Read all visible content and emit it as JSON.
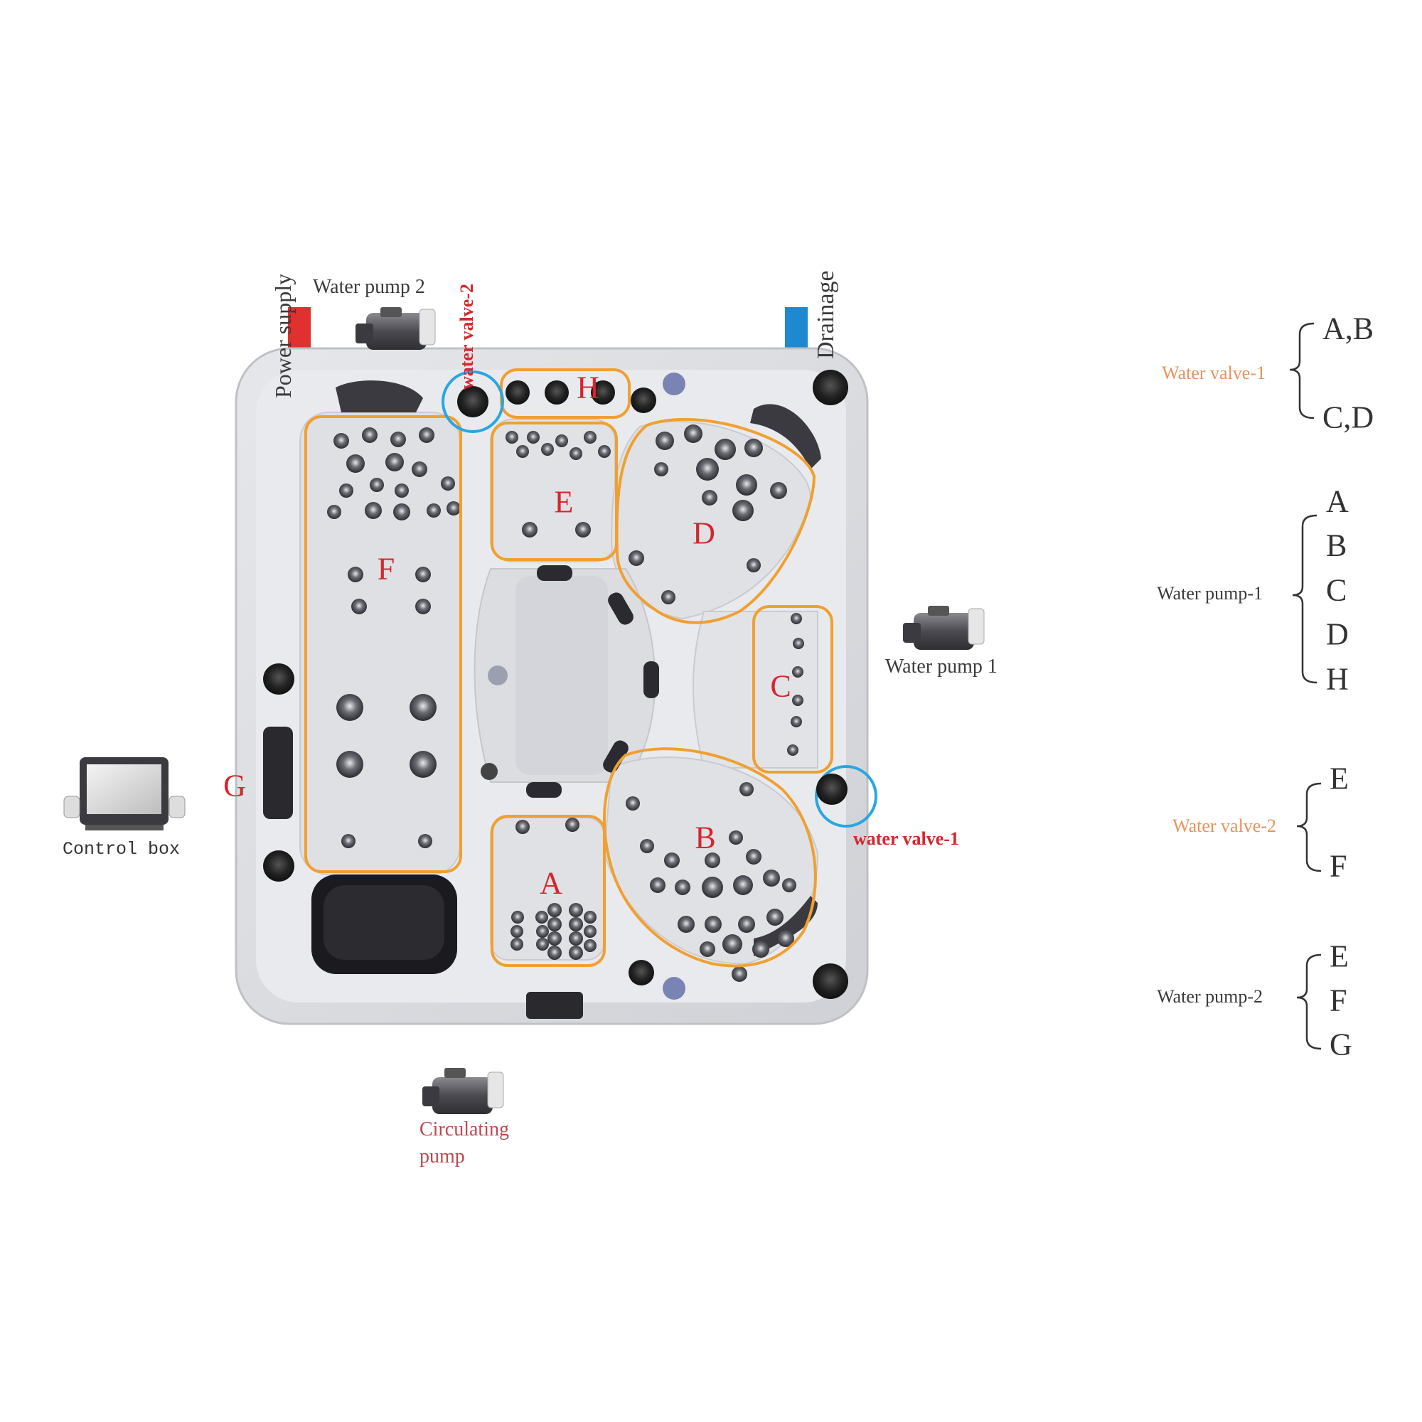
{
  "labels": {
    "power_supply": "Power supply",
    "water_pump_2": "Water pump 2",
    "water_valve_2_tag": "water valve-2",
    "drainage": "Drainage",
    "water_pump_1": "Water pump 1",
    "water_valve_1_tag": "water valve-1",
    "control_box": "Control box",
    "circulating_pump_line1": "Circulating",
    "circulating_pump_line2": "pump"
  },
  "zones": {
    "A": "A",
    "B": "B",
    "C": "C",
    "D": "D",
    "E": "E",
    "F": "F",
    "G": "G",
    "H": "H"
  },
  "legend": [
    {
      "name": "Water valve-1",
      "color": "#e8935a",
      "items": [
        "A,B",
        "C,D"
      ]
    },
    {
      "name": "Water pump-1",
      "color": "#3a3a3a",
      "items": [
        "A",
        "B",
        "C",
        "D",
        "H"
      ]
    },
    {
      "name": "Water valve-2",
      "color": "#e8935a",
      "items": [
        "E",
        "F"
      ]
    },
    {
      "name": "Water pump-2",
      "color": "#3a3a3a",
      "items": [
        "E",
        "F",
        "G"
      ]
    }
  ],
  "colors": {
    "zone_outline": "#f0a030",
    "valve_ring": "#2aa6e0",
    "zone_letter": "#d6262e",
    "power_bar": "#e03030",
    "drain_bar": "#1e88d0",
    "orange_label": "#e8935a"
  }
}
